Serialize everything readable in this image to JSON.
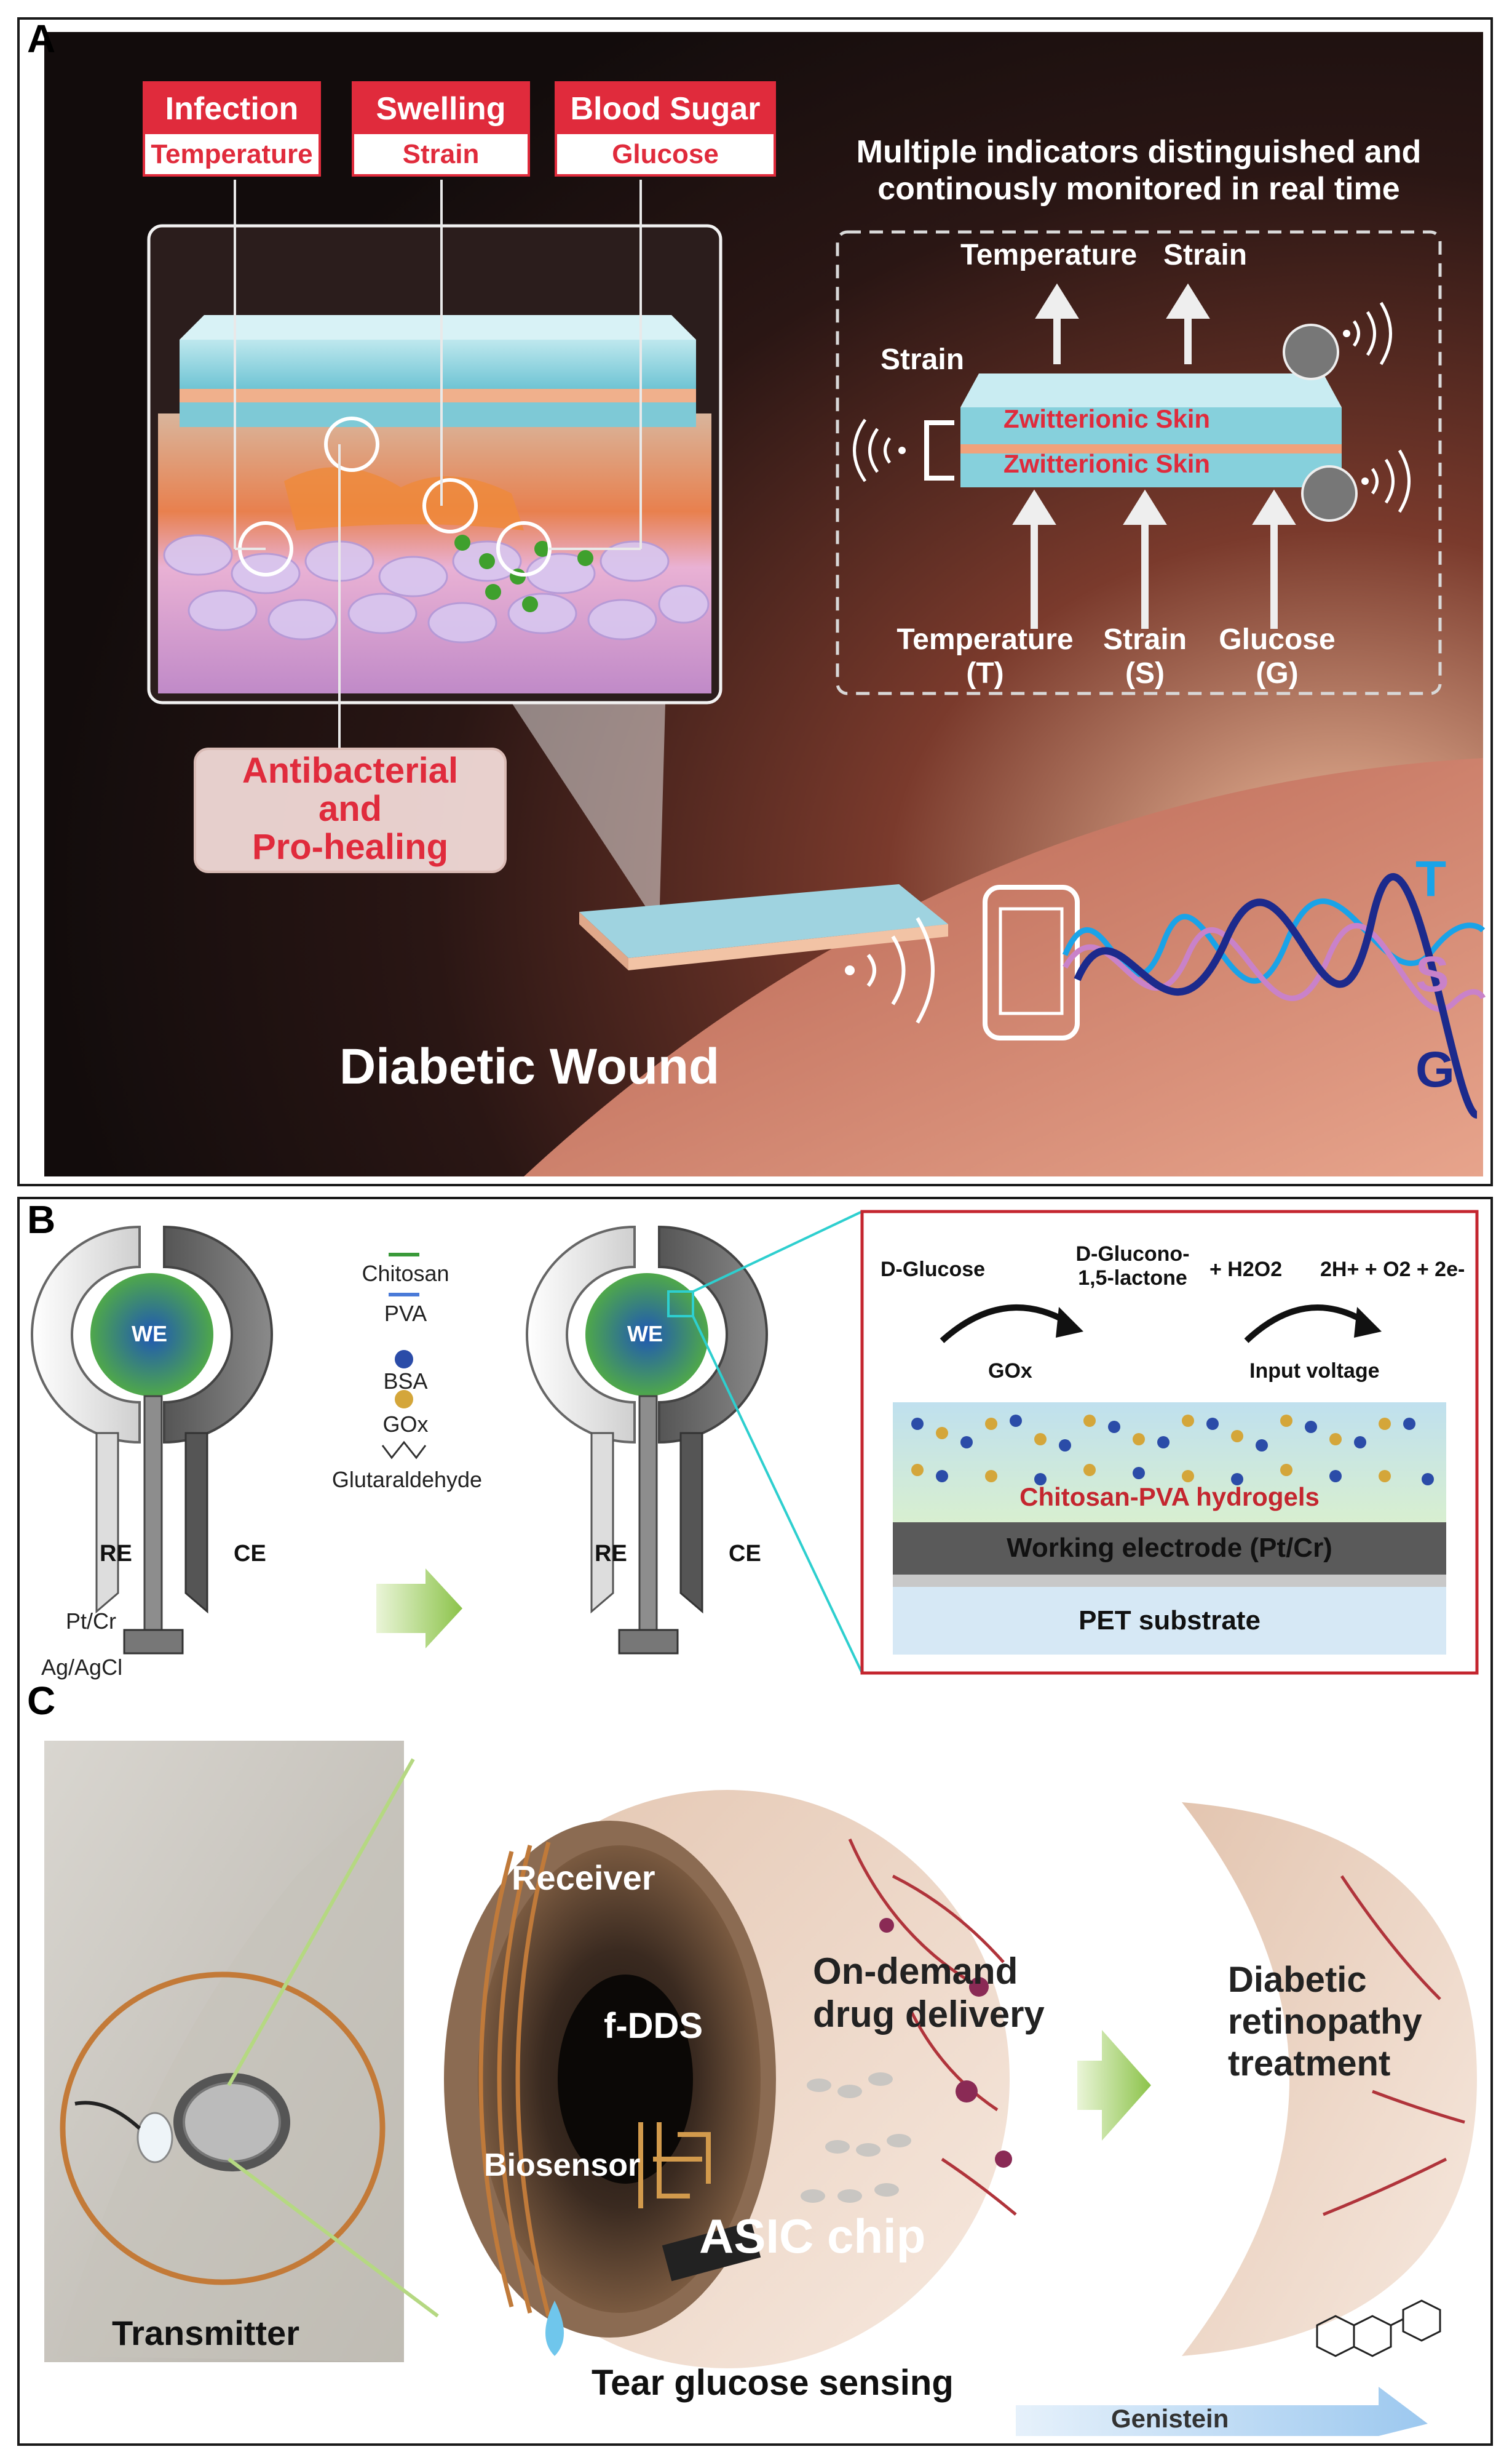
{
  "panel_a": {
    "label": "A",
    "indicator_boxes": [
      {
        "title": "Infection",
        "subtitle": "Temperature"
      },
      {
        "title": "Swelling",
        "subtitle": "Strain"
      },
      {
        "title": "Blood Sugar",
        "subtitle": "Glucose"
      }
    ],
    "monitor_title_line1": "Multiple indicators distinguished and",
    "monitor_title_line2": "continously monitored in real time",
    "top_outputs": [
      "Temperature",
      "Strain"
    ],
    "side_label": "Strain",
    "layers": [
      "Zwitterionic Skin",
      "Zwitterionic Skin"
    ],
    "bottom_inputs": [
      {
        "name": "Temperature",
        "abbr": "(T)"
      },
      {
        "name": "Strain",
        "abbr": "(S)"
      },
      {
        "name": "Glucose",
        "abbr": "(G)"
      }
    ],
    "antibacterial_line1": "Antibacterial",
    "antibacterial_line2": "and",
    "antibacterial_line3": "Pro-healing",
    "wound_label": "Diabetic Wound",
    "signals": [
      {
        "letter": "T",
        "color": "#1aa3e8"
      },
      {
        "letter": "S",
        "color": "#c982c9"
      },
      {
        "letter": "G",
        "color": "#1c2a8c"
      }
    ]
  },
  "panel_b": {
    "label": "B",
    "electrode_labels": {
      "we": "WE",
      "re": "RE",
      "ce": "CE",
      "ptcr": "Pt/Cr",
      "agcl": "Ag/AgCl"
    },
    "legend": [
      "Chitosan",
      "PVA",
      "BSA",
      "GOx",
      "Glutaraldehyde"
    ],
    "reaction": {
      "glucose": "D-Glucose",
      "glucono_line1": "D-Glucono-",
      "glucono_line2": "1,5-lactone",
      "h2o2": "+ H2O2",
      "products": "2H+ + O2 + 2e-",
      "gox": "GOx",
      "input_voltage": "Input voltage"
    },
    "stack_layers": [
      "Chitosan-PVA hydrogels",
      "Working electrode (Pt/Cr)",
      "PET substrate"
    ]
  },
  "panel_c": {
    "label": "C",
    "transmitter": "Transmitter",
    "receiver": "Receiver",
    "fdds": "f-DDS",
    "biosensor": "Biosensor",
    "asic": "ASIC chip",
    "drug_line1": "On-demand",
    "drug_line2": "drug delivery",
    "treat_line1": "Diabetic",
    "treat_line2": "retinopathy",
    "treat_line3": "treatment",
    "tear": "Tear glucose sensing",
    "genistein": "Genistein"
  }
}
